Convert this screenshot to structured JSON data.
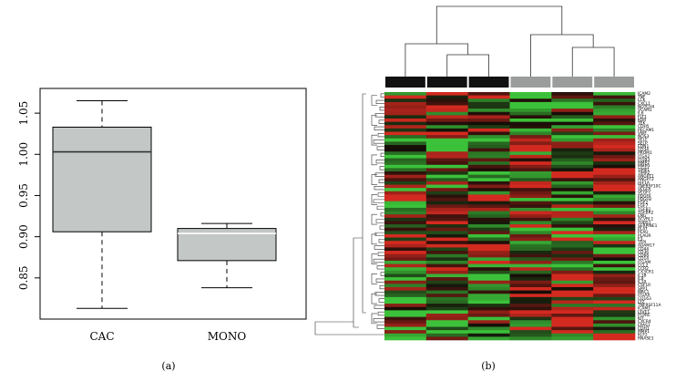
{
  "chart_data": [
    {
      "type": "box",
      "panel": "(a)",
      "categories": [
        "CAC",
        "MONO"
      ],
      "series": [
        {
          "category": "CAC",
          "whisker_low": 0.813,
          "q1": 0.906,
          "median": 1.003,
          "q3": 1.033,
          "whisker_high": 1.065
        },
        {
          "category": "MONO",
          "whisker_low": 0.838,
          "q1": 0.871,
          "median": 0.904,
          "q3": 0.91,
          "whisker_high": 0.916
        }
      ],
      "ylim": [
        0.8,
        1.08
      ],
      "yticks": [
        "0.85",
        "0.90",
        "0.95",
        "1.00",
        "1.05"
      ],
      "title": "",
      "xlabel": "",
      "ylabel": "",
      "colors": {
        "box_fill": "#c3c7c6",
        "median_cac": "#333333",
        "median_mono": "#ffffff"
      }
    },
    {
      "type": "heatmap",
      "panel": "(b)",
      "n_columns": 6,
      "column_groups": [
        "#111111",
        "#111111",
        "#111111",
        "#9a9d9b",
        "#9a9d9b",
        "#9a9d9b"
      ],
      "row_labels": [
        "ICAM2",
        "TNF",
        "LCK",
        "CXCL1",
        "NOTCH4",
        "VCAM1",
        "IL6",
        "FLT1",
        "KDR",
        "TEK",
        "CDH5",
        "PECAM1",
        "VWF",
        "NOS3",
        "SELE",
        "SELP",
        "EDN1",
        "CD34",
        "PROM1",
        "ITGA2",
        "ITGB3",
        "MMP2",
        "MMP9",
        "TIMP1",
        "TIMP2",
        "ANGPT1",
        "ANGPT2",
        "HIF1A",
        "TNFRSF10C",
        "VEGFA",
        "VEGFC",
        "PDGFA",
        "PDGFB",
        "FGF2",
        "FGF7",
        "TGFB1",
        "TGFBR2",
        "ENG",
        "ACVRL1",
        "THBS1",
        "SERPINE1",
        "PLAT",
        "PLAU",
        "PLAUR",
        "F3",
        "TFPI",
        "ADAM17",
        "CD44",
        "CD36",
        "CD68",
        "CD14",
        "ITGAM",
        "CCL2",
        "CCR2",
        "CX3CR1",
        "IL1B",
        "IL8",
        "IL10",
        "CSF1R",
        "SPP1",
        "MRC1",
        "ITGAX",
        "CD163",
        "LYZ",
        "TNFRSF11A",
        "ICAM1",
        "LYVE1",
        "PTPRC",
        "KIT",
        "CXCR4",
        "EPAS1",
        "CDH1",
        "MMP1",
        "KLF2",
        "RNASE1"
      ],
      "colors": {
        "high": "#d32a20",
        "low": "#3cc23a",
        "mid": "#140d08"
      }
    }
  ],
  "panel_labels": {
    "a": "(a)",
    "b": "(b)"
  }
}
